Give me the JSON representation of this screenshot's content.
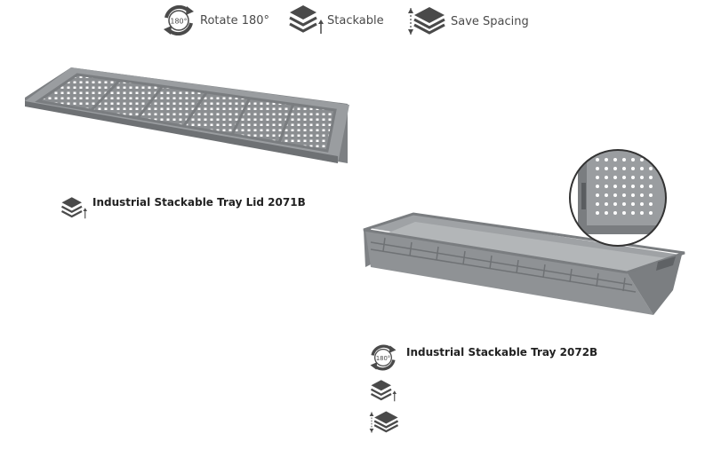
{
  "legend": {
    "rotate": {
      "badge": "180°",
      "label": "Rotate 180°",
      "icon": "rotate-180-icon"
    },
    "stackable": {
      "label": "Stackable",
      "icon": "stackable-icon"
    },
    "save_spacing": {
      "label": "Save Spacing",
      "icon": "save-spacing-icon"
    }
  },
  "products": {
    "lid": {
      "title": "Industrial Stackable Tray Lid 2071B",
      "features": [
        "stackable-icon"
      ]
    },
    "tray": {
      "title": "Industrial Stackable Tray 2072B",
      "rotate_badge": "180°",
      "features": [
        "rotate-180-icon",
        "stackable-icon",
        "save-spacing-icon"
      ]
    }
  },
  "colors": {
    "plastic": "#8a8d90",
    "plastic_dark": "#6e7174",
    "plastic_light": "#a7aaad",
    "icon": "#4a4a4a"
  }
}
